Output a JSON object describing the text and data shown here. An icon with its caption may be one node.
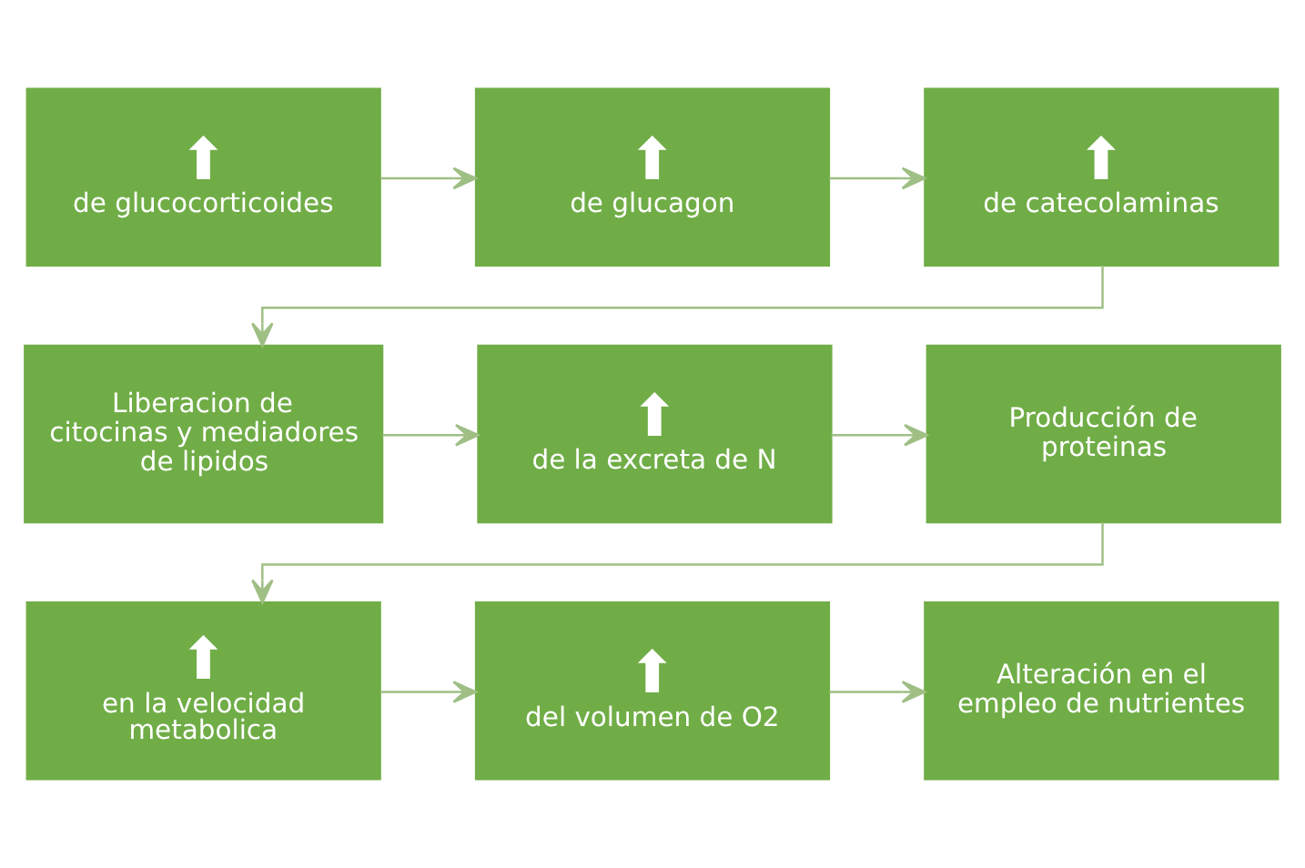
{
  "diagram": {
    "nodes": [
      {
        "text": [
          "⬆",
          "de glucocorticoides"
        ]
      },
      {
        "text": [
          "⬆",
          "de glucagon"
        ]
      },
      {
        "text": [
          "⬆",
          "de catecolaminas"
        ]
      },
      {
        "text": [
          "Liberacion de citocinas y mediadores de lipidos"
        ]
      },
      {
        "text": [
          "⬆",
          "de la excreta de N"
        ]
      },
      {
        "text": [
          "Producción de proteinas"
        ]
      },
      {
        "text": [
          "⬆",
          "en la velocidad metabolica"
        ]
      },
      {
        "text": [
          "⬆",
          "del volumen de O2"
        ]
      },
      {
        "text": [
          "Alteración en el empleo de nutrientes"
        ]
      }
    ],
    "edges": [
      {
        "from": 0,
        "to": 1,
        "arrow": "to"
      },
      {
        "from": 1,
        "to": 2,
        "arrow": "to"
      },
      {
        "from": 2,
        "to": 3,
        "arrow": "to"
      },
      {
        "from": 3,
        "to": 4,
        "arrow": "to"
      },
      {
        "from": 4,
        "to": 5,
        "arrow": "to"
      },
      {
        "from": 5,
        "to": 6,
        "arrow": "to"
      },
      {
        "from": 6,
        "to": 7,
        "arrow": "to"
      },
      {
        "from": 7,
        "to": 8,
        "arrow": "to"
      }
    ]
  }
}
